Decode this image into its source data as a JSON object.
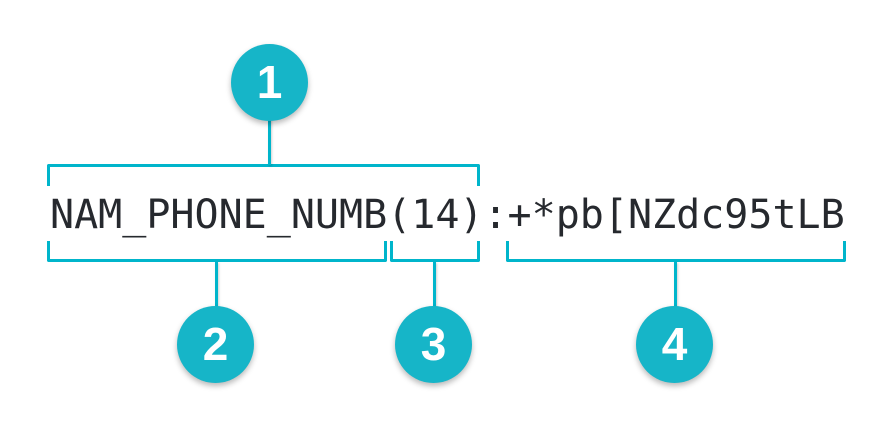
{
  "diagram": {
    "code_text": "NAM_PHONE_NUMB(14):+*pb[NZdc95tLB",
    "segments": {
      "bracketed_top": "NAM_PHONE_NUMB(14)",
      "name": "NAM_PHONE_NUMB",
      "length": "(14)",
      "separator": ":",
      "value": "+*pb[NZdc95tLB"
    },
    "callouts": [
      {
        "number": "1"
      },
      {
        "number": "2"
      },
      {
        "number": "3"
      },
      {
        "number": "4"
      }
    ],
    "colors": {
      "line": "#00b5cb",
      "badge": "#16b5c8",
      "badge_number": "#ffffff",
      "code_text": "#26292e",
      "background": "#ffffff"
    }
  }
}
